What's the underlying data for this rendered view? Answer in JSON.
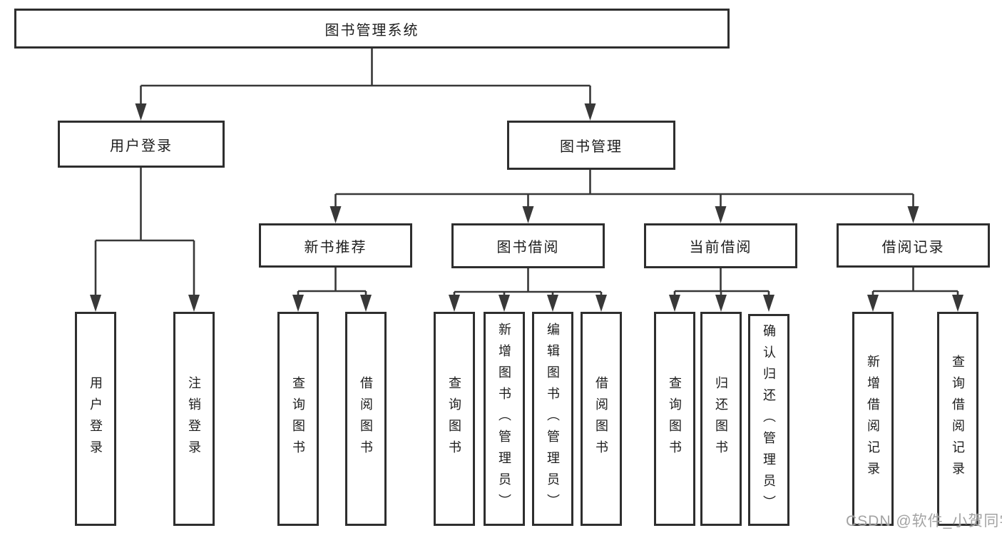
{
  "diagram": {
    "title": "图书管理系统",
    "root": {
      "label": "图书管理系统"
    },
    "level2": [
      {
        "id": "user-login",
        "label": "用户登录"
      },
      {
        "id": "book-management",
        "label": "图书管理"
      }
    ],
    "level3": [
      {
        "id": "new-book-recommend",
        "parent": "图书管理",
        "label": "新书推荐"
      },
      {
        "id": "book-borrow",
        "parent": "图书管理",
        "label": "图书借阅"
      },
      {
        "id": "current-borrow",
        "parent": "图书管理",
        "label": "当前借阅"
      },
      {
        "id": "borrow-records",
        "parent": "图书管理",
        "label": "借阅记录"
      }
    ],
    "leaf_groups": [
      {
        "parent": "用户登录",
        "items": [
          {
            "label": "用户登录"
          },
          {
            "label": "注销登录"
          }
        ]
      },
      {
        "parent": "新书推荐",
        "items": [
          {
            "label": "查询图书"
          },
          {
            "label": "借阅图书"
          }
        ]
      },
      {
        "parent": "图书借阅",
        "items": [
          {
            "label": "查询图书"
          },
          {
            "label": "新增图书（管理员）"
          },
          {
            "label": "编辑图书（管理员）"
          },
          {
            "label": "借阅图书"
          }
        ]
      },
      {
        "parent": "当前借阅",
        "items": [
          {
            "label": "查询图书"
          },
          {
            "label": "归还图书"
          },
          {
            "label": "确认归还（管理员）"
          }
        ]
      },
      {
        "parent": "借阅记录",
        "items": [
          {
            "label": "新增借阅记录"
          },
          {
            "label": "查询借阅记录"
          }
        ]
      }
    ]
  },
  "watermark": {
    "text": "CSDN @软件_小贺同学",
    "color": "#9e9e9e"
  },
  "colors": {
    "line": "#383838",
    "box_border": "#2e2e2e",
    "box_fill": "#ffffff",
    "text": "#1d1d1d",
    "background": "#ffffff"
  }
}
